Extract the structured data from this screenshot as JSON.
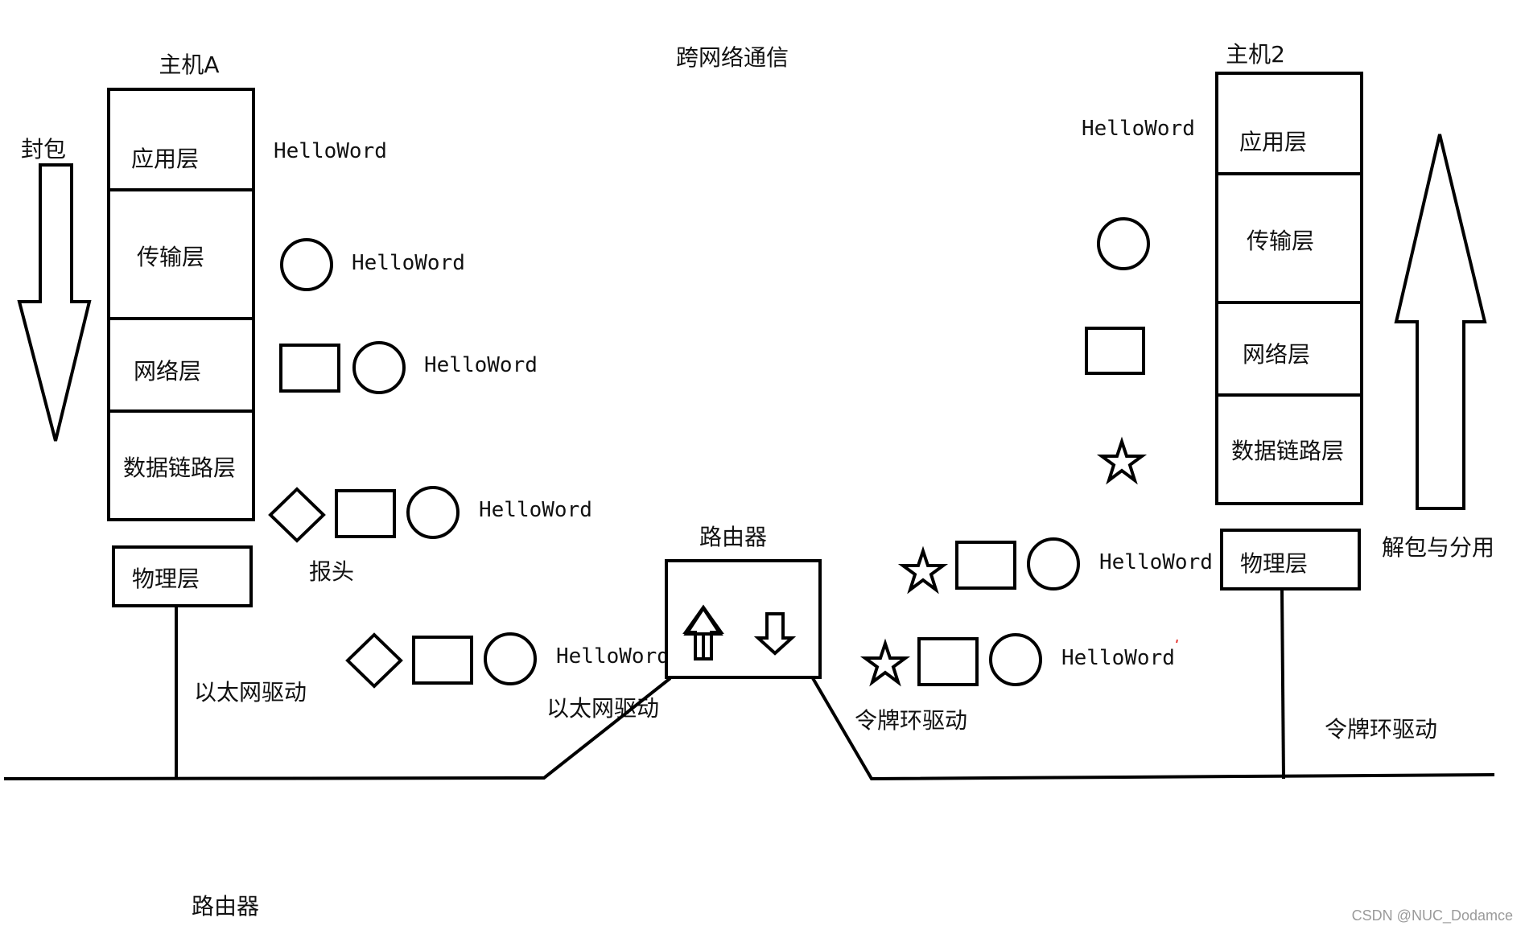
{
  "title": "跨网络通信",
  "host_a": {
    "name": "主机A",
    "layers": [
      "应用层",
      "传输层",
      "网络层",
      "数据链路层"
    ],
    "physical": "物理层",
    "side_label": "封包"
  },
  "host_b": {
    "name": "主机2",
    "layers": [
      "应用层",
      "传输层",
      "网络层",
      "数据链路层"
    ],
    "physical": "物理层",
    "side_label": "解包与分用"
  },
  "payload": "HelloWord",
  "header_label": "报头",
  "router": {
    "label": "路由器"
  },
  "drivers": {
    "ethernet_left": "以太网驱动",
    "ethernet_router": "以太网驱动",
    "token_router": "令牌环驱动",
    "token_right": "令牌环驱动"
  },
  "bottom_label": "路由器",
  "watermark": "CSDN @NUC_Dodamce",
  "colors": {
    "stroke": "#000000",
    "background": "#ffffff",
    "watermark": "#9a9a9a"
  }
}
